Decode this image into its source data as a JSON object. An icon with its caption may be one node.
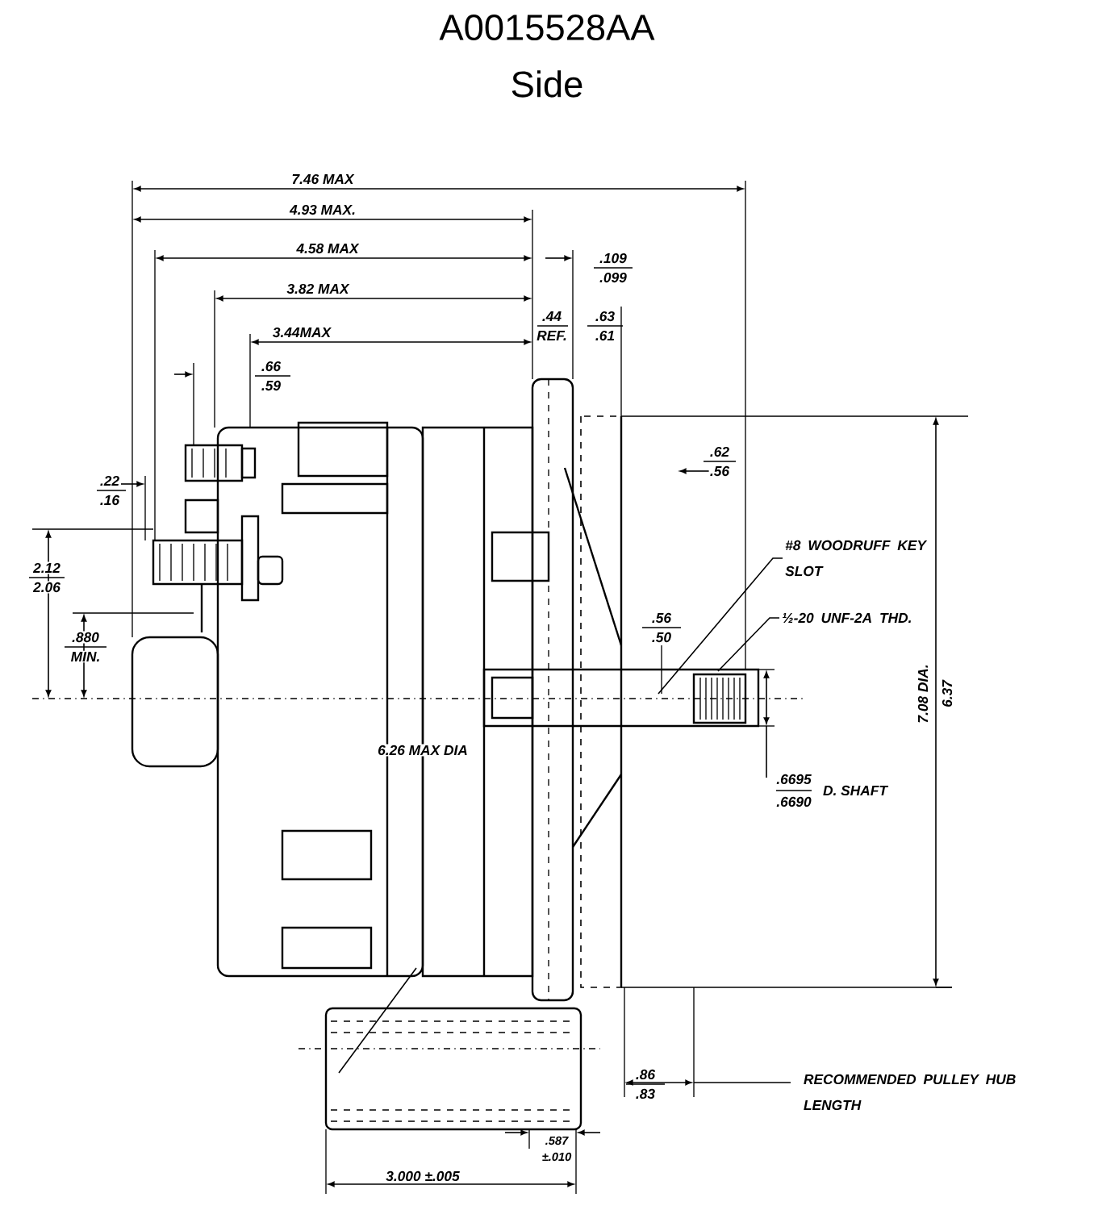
{
  "diagram": {
    "title": "A0015528AA",
    "caption": "Side",
    "nodes": [
      {
        "text": [
          "#8 WOODRUFF KEY SLOT"
        ]
      },
      {
        "text": [
          "½-20 UNF-2A THD."
        ]
      }
    ],
    "edges": [
      {
        "from": 0,
        "to": null,
        "arrow": "none"
      },
      {
        "from": 1,
        "to": null,
        "arrow": "none"
      }
    ],
    "labels": [
      "7.46 MAX",
      "4.93 MAX.",
      "4.58 MAX",
      ".109",
      ".099",
      "3.82 MAX",
      ".44",
      "REF.",
      ".63",
      ".61",
      "3.44MAX",
      ".66",
      ".59",
      ".62",
      ".56",
      ".22",
      ".16",
      "2.12",
      "2.06",
      ".56",
      ".50",
      ".880",
      "MIN.",
      "7.08 DIA.",
      "6.37",
      "6.26 MAX DIA",
      ".6695",
      ".6690",
      "D. SHAFT",
      ".86",
      ".83",
      "RECOMMENDED PULLEY HUB LENGTH",
      ".587",
      "±.010",
      "3.000 ±.005"
    ]
  }
}
